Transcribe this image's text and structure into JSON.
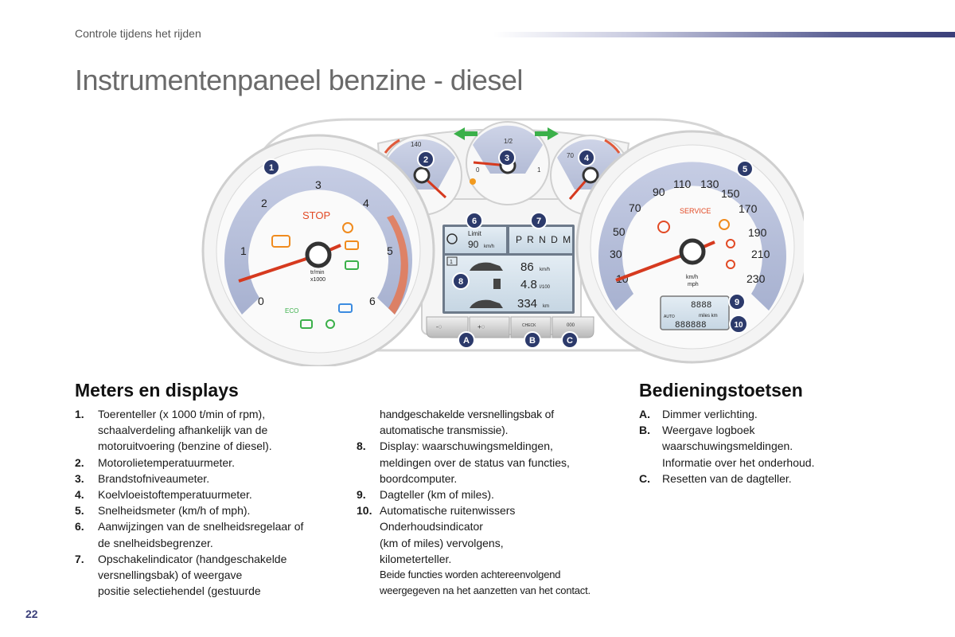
{
  "header": {
    "section": "Controle tijdens het rijden"
  },
  "title": "Instrumentenpaneel benzine - diesel",
  "dashboard": {
    "markers": [
      "1",
      "2",
      "3",
      "4",
      "5",
      "6",
      "7",
      "8",
      "9",
      "10",
      "A",
      "B",
      "C"
    ],
    "tacho": {
      "ticks": [
        "0",
        "1",
        "2",
        "3",
        "4",
        "5",
        "6"
      ],
      "stop": "STOP",
      "unit1": "tr/min",
      "unit2": "x1000",
      "eco": "ECO"
    },
    "speedo": {
      "ticks": [
        "10",
        "30",
        "50",
        "70",
        "90",
        "110",
        "130",
        "150",
        "170",
        "190",
        "210",
        "230"
      ],
      "service": "SERVICE",
      "unit1": "km/h",
      "unit2": "mph"
    },
    "small_gauges": {
      "temp_oil": "140",
      "fuel_half": "1/2",
      "fuel_zero": "0",
      "fuel_full": "1",
      "coolant": "70"
    },
    "display": {
      "limit_label": "Limit",
      "limit_value": "90",
      "limit_unit": "km/h",
      "gear": "P R N D M",
      "row_index": "1",
      "speed_value": "86",
      "speed_unit": "km/h",
      "consumption_value": "4.8",
      "consumption_unit": "l/100",
      "range_value": "334",
      "range_unit": "km"
    },
    "buttons": {
      "check": "CHECK",
      "zero": "000"
    },
    "trip": {
      "digits": "8888",
      "unit": "miles km",
      "odo": "888888",
      "auto": "AUTO"
    }
  },
  "meters": {
    "heading": "Meters en displays",
    "items": [
      {
        "num": "1.",
        "text": "Toerenteller (x 1000 t/min of rpm),\nschaalverdeling afhankelijk van de\nmotoruitvoering (benzine of diesel)."
      },
      {
        "num": "2.",
        "text": "Motorolietemperatuurmeter."
      },
      {
        "num": "3.",
        "text": "Brandstofniveaumeter."
      },
      {
        "num": "4.",
        "text": "Koelvloeistoftemperatuurmeter."
      },
      {
        "num": "5.",
        "text": "Snelheidsmeter (km/h of mph)."
      },
      {
        "num": "6.",
        "text": "Aanwijzingen van de snelheidsregelaar of\nde snelheidsbegrenzer."
      },
      {
        "num": "7.",
        "text": "Opschakelindicator (handgeschakelde\nversnellingsbak) of weergave\npositie selectiehendel (gestuurde"
      }
    ],
    "col2_continuation": "handgeschakelde versnellingsbak of\nautomatische transmissie).",
    "items2": [
      {
        "num": "8.",
        "text": "Display: waarschuwingsmeldingen,\nmeldingen over de status van functies,\nboordcomputer."
      },
      {
        "num": "9.",
        "text": "Dagteller (km of miles)."
      },
      {
        "num": "10.",
        "text": "Automatische ruitenwissers\nOnderhoudsindicator\n(km of miles) vervolgens,\nkilometerteller."
      }
    ],
    "note": "Beide functies worden achtereenvolgend\nweergegeven na het aanzetten van het contact."
  },
  "controls": {
    "heading": "Bedieningstoetsen",
    "items": [
      {
        "num": "A.",
        "text": "Dimmer verlichting."
      },
      {
        "num": "B.",
        "text": "Weergave logboek\nwaarschuwingsmeldingen.\nInformatie over het onderhoud."
      },
      {
        "num": "C.",
        "text": "Resetten van de dagteller."
      }
    ]
  },
  "page_number": "22"
}
